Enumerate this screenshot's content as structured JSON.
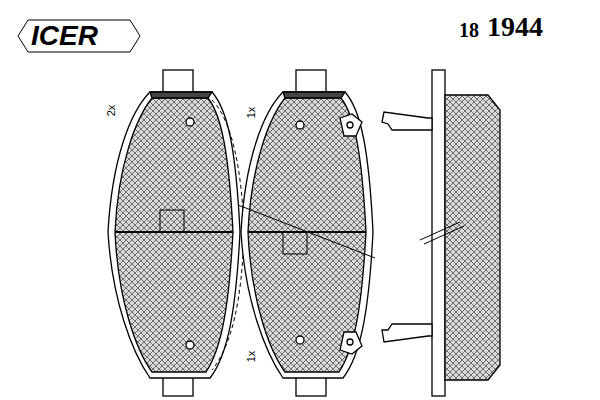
{
  "diagram": {
    "labels": [
      "ICER",
      "18",
      "1944",
      "2x",
      "1x",
      "1x"
    ]
  }
}
